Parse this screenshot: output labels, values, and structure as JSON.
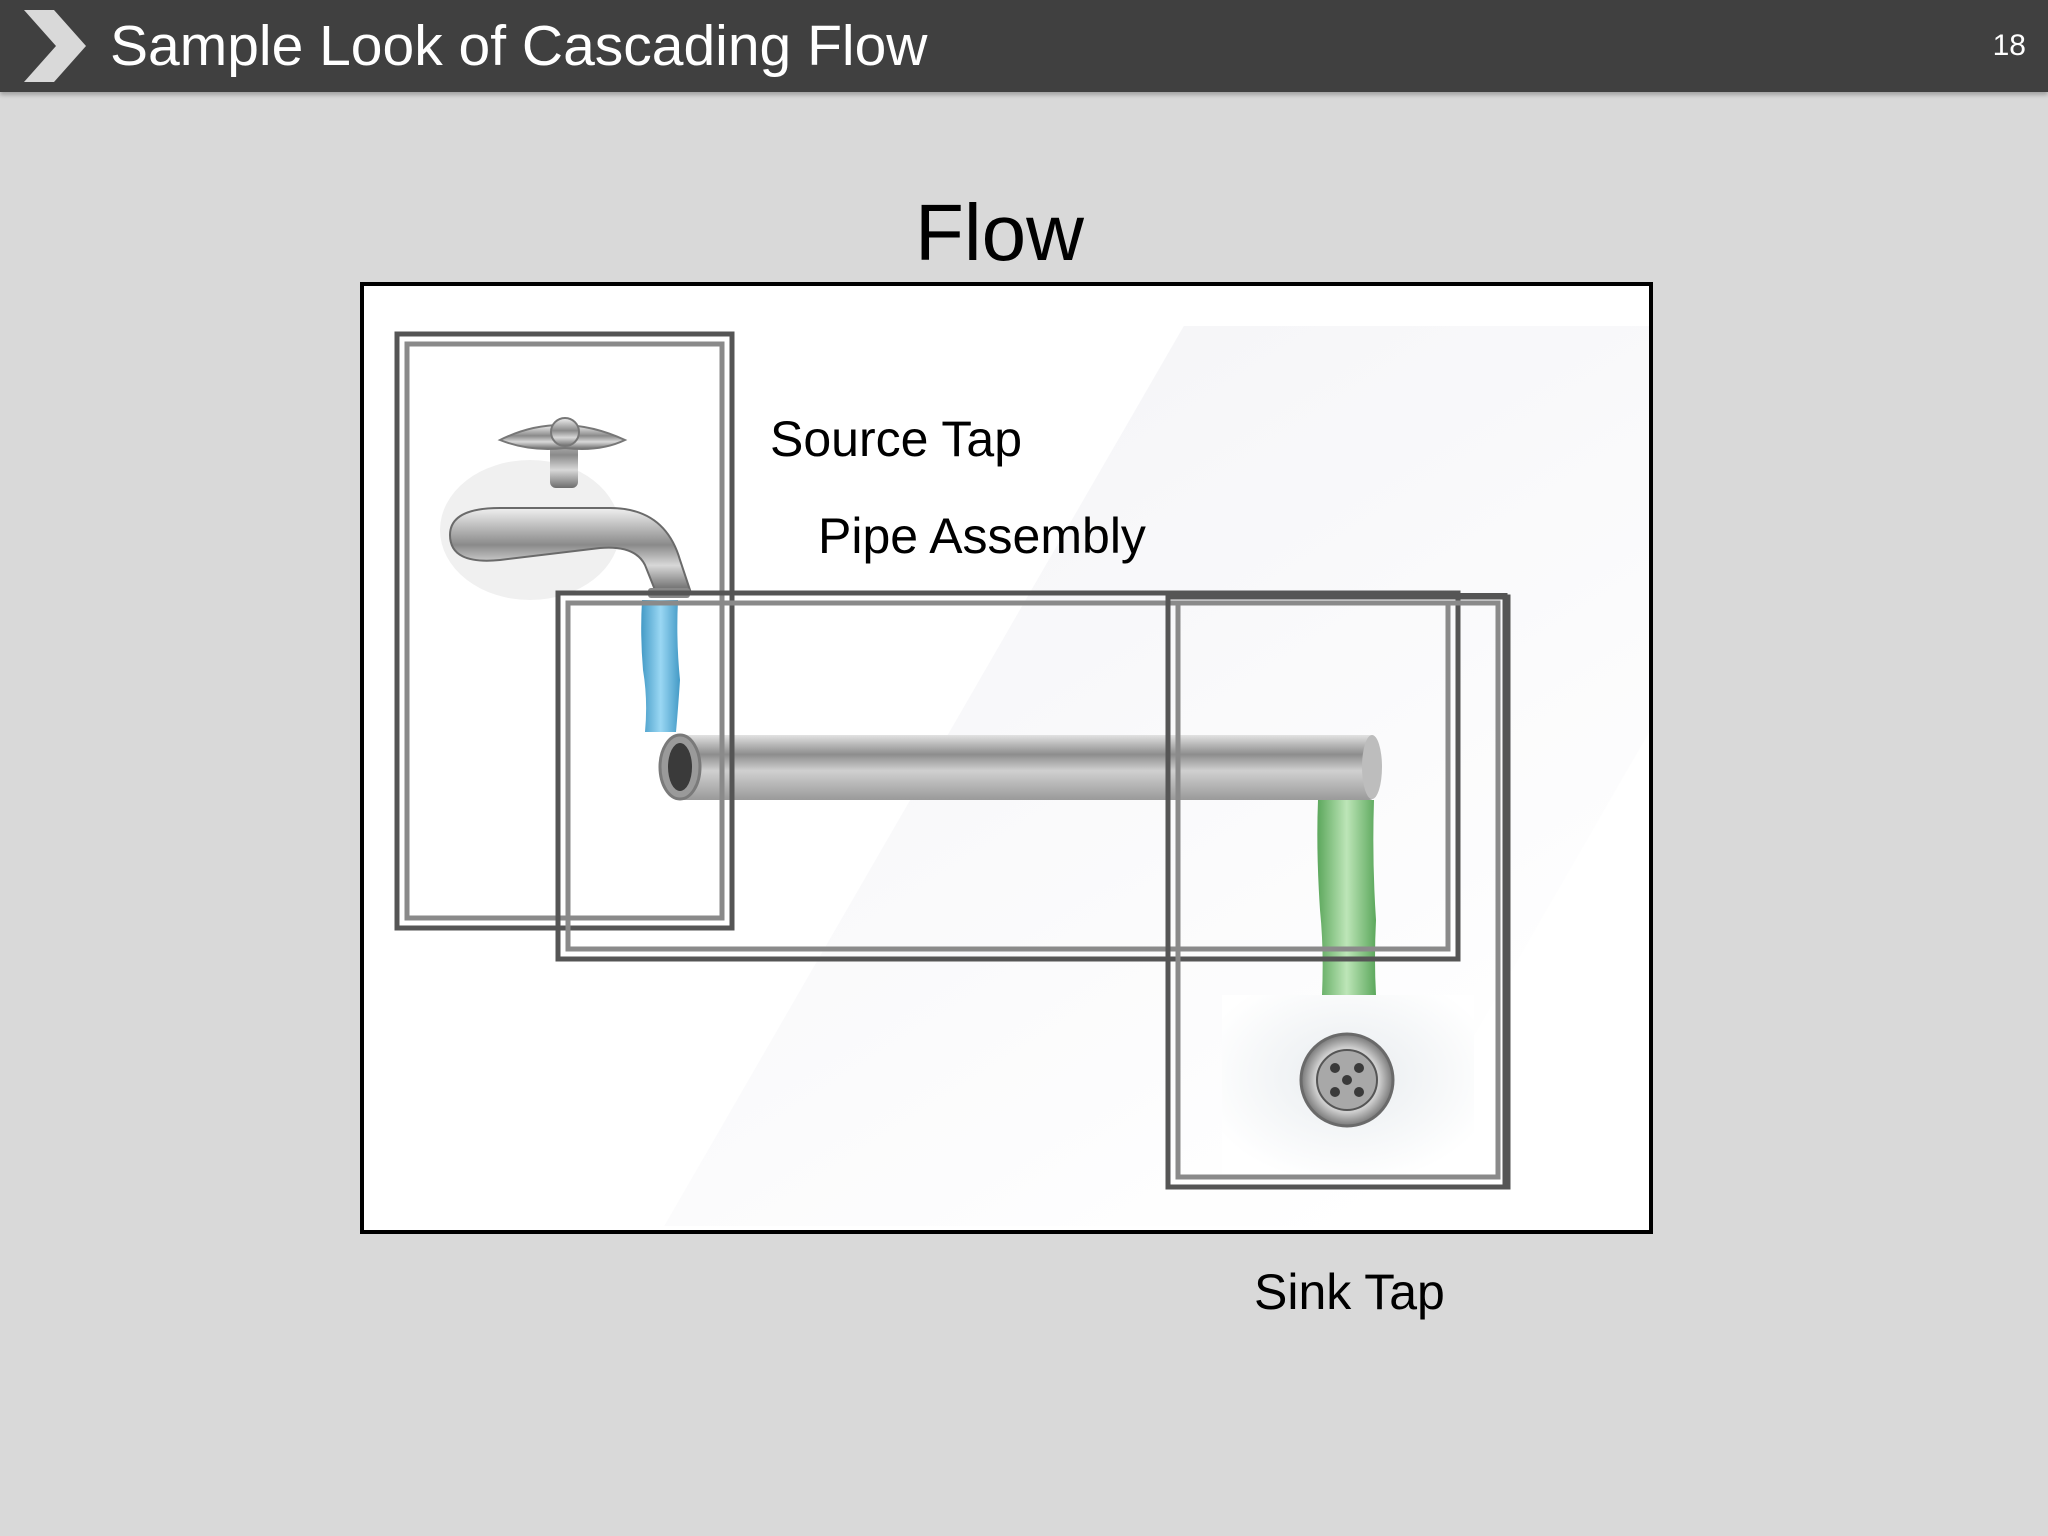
{
  "header": {
    "title": "Sample Look of Cascading Flow",
    "page_number": "18"
  },
  "diagram": {
    "title": "Flow",
    "labels": {
      "source": "Source Tap",
      "pipe": "Pipe Assembly",
      "sink": "Sink Tap"
    },
    "colors": {
      "background": "#d9d9d9",
      "header": "#404040",
      "box_outline": "#555555",
      "source_water": "#3fa7d6",
      "sink_water": "#5cb85c"
    }
  }
}
